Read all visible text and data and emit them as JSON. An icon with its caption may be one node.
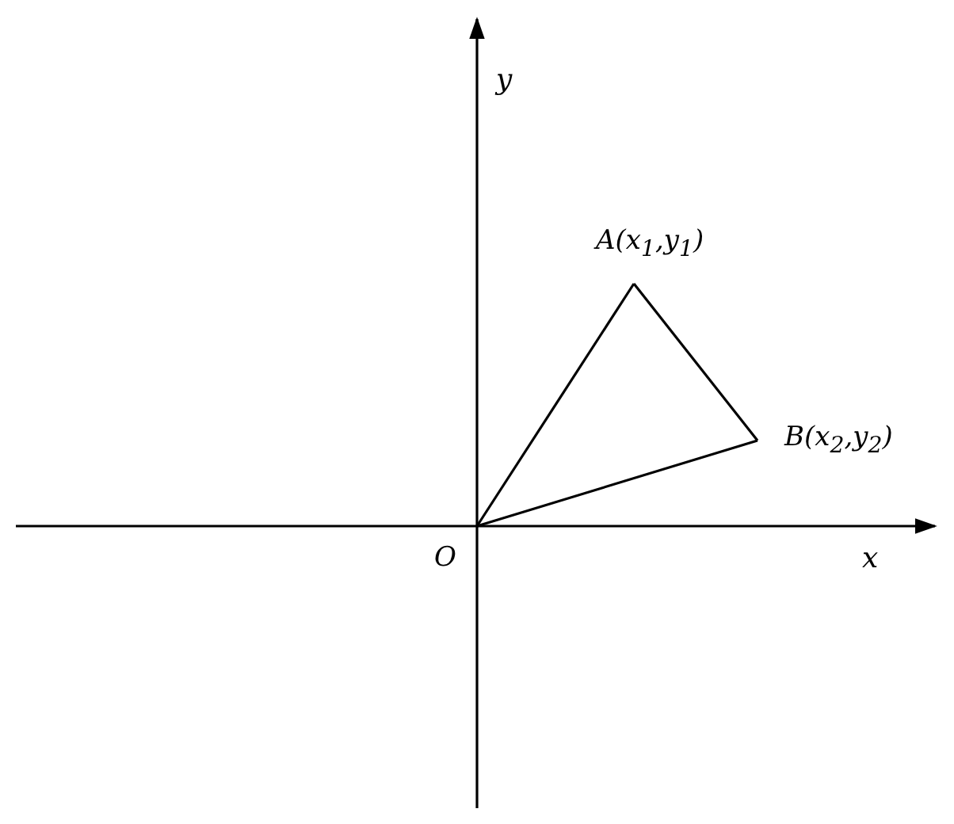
{
  "diagram": {
    "nodes": [
      {
        "text": [
          "O"
        ]
      },
      {
        "text": [
          "A(x$_{1}$,y$_{1}$)"
        ]
      },
      {
        "text": [
          "B(x$_{2}$,y$_{2}$)"
        ]
      }
    ],
    "edges": [
      {
        "from": 0,
        "to": 1,
        "arrow": "none"
      },
      {
        "from": 1,
        "to": 2,
        "arrow": "none"
      },
      {
        "from": 0,
        "to": 2,
        "arrow": "none"
      }
    ],
    "labels": [
      "y",
      "x"
    ]
  }
}
